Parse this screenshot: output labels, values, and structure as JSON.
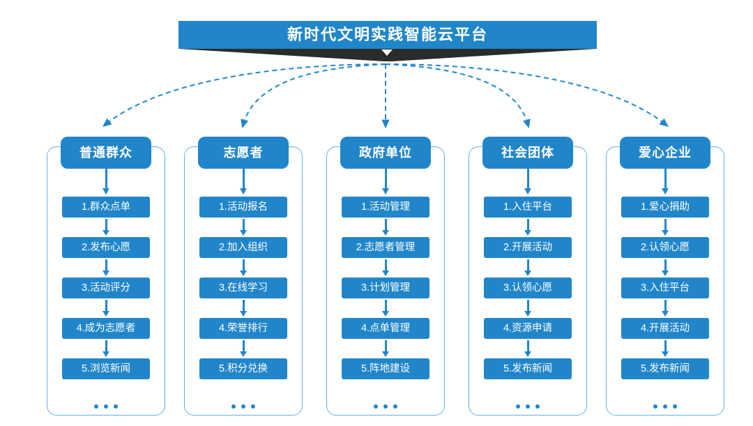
{
  "banner": {
    "title": "新时代文明实践智能云平台",
    "chevron_icon": "chevron-down-icon",
    "bar_color": "#2186c9",
    "shadow_color": "#2b2b2b"
  },
  "theme": {
    "accent": "#2186c9",
    "frame_border": "#61b2e0",
    "text_on_accent": "#ffffff",
    "background": "#ffffff"
  },
  "connectors": {
    "style": "dashed-curved-arrow",
    "color": "#2186c9",
    "origin_label": "新时代文明实践智能云平台",
    "count": 5
  },
  "columns": [
    {
      "id": "ordinary-public",
      "header": "普通群众",
      "items": [
        "1.群众点单",
        "2.发布心愿",
        "3.活动评分",
        "4.成为志愿者",
        "5.浏览新闻"
      ],
      "more": "•••"
    },
    {
      "id": "volunteer",
      "header": "志愿者",
      "items": [
        "1.活动报名",
        "2.加入组织",
        "3.在线学习",
        "4.荣誉排行",
        "5.积分兑换"
      ],
      "more": "•••"
    },
    {
      "id": "government-unit",
      "header": "政府单位",
      "items": [
        "1.活动管理",
        "2.志愿者管理",
        "3.计划管理",
        "4.点单管理",
        "5.阵地建设"
      ],
      "more": "•••"
    },
    {
      "id": "social-group",
      "header": "社会团体",
      "items": [
        "1.入住平台",
        "2.开展活动",
        "3.认领心愿",
        "4.资源申请",
        "5.发布新闻"
      ],
      "more": "•••"
    },
    {
      "id": "caring-enterprise",
      "header": "爱心企业",
      "items": [
        "1.爱心捐助",
        "2.认领心愿",
        "3.入住平台",
        "4.开展活动",
        "5.发布新闻"
      ],
      "more": "•••"
    }
  ]
}
